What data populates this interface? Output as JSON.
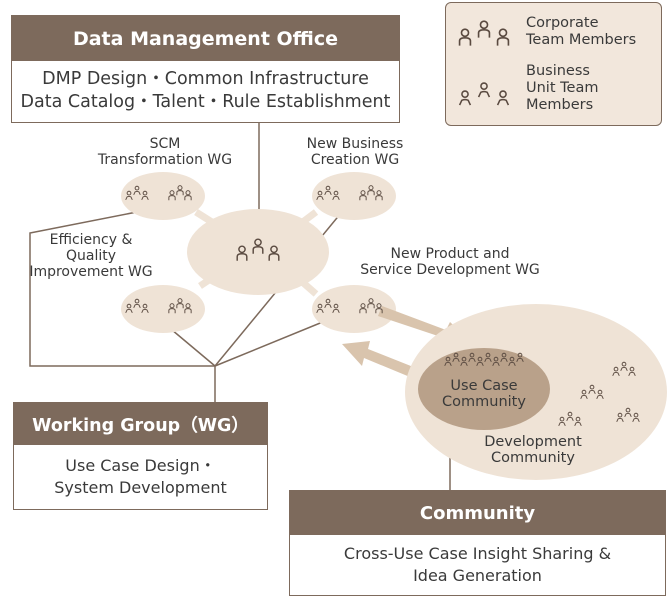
{
  "dmo": {
    "title": "Data Management Office",
    "line1": "DMP Design・Common Infrastructure",
    "line2": "Data Catalog・Talent・Rule Establishment"
  },
  "wg_box": {
    "title": "Working Group（WG）",
    "line1": "Use Case Design・",
    "line2": "System Development"
  },
  "community_box": {
    "title": "Community",
    "line1": "Cross-Use Case Insight Sharing &",
    "line2": "Idea Generation"
  },
  "legend": {
    "corporate": [
      "Corporate",
      "Team Members"
    ],
    "business": [
      "Business",
      "Unit Team",
      "Members"
    ]
  },
  "wg_labels": {
    "scm": [
      "SCM",
      "Transformation WG"
    ],
    "new_business": [
      "New Business",
      "Creation WG"
    ],
    "efficiency": [
      "Efficiency &",
      "Quality",
      "Improvement WG"
    ],
    "new_product": [
      "New Product and",
      "Service Development WG"
    ]
  },
  "community_labels": {
    "use_case": [
      "Use Case",
      "Community"
    ],
    "development": [
      "Development",
      "Community"
    ]
  },
  "colors": {
    "header_brown": "#7d6a5c",
    "ellipse_beige": "#efe3d6",
    "arrow_tan": "#d9c4ad",
    "inner_ellipse": "#b9a18a"
  }
}
